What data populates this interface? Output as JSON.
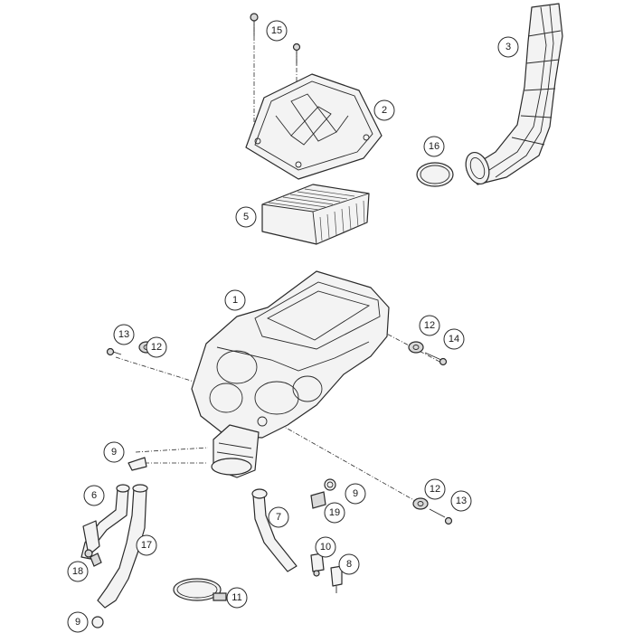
{
  "diagram": {
    "callouts": [
      {
        "id": "c15",
        "label": "15"
      },
      {
        "id": "c2",
        "label": "2"
      },
      {
        "id": "c3",
        "label": "3"
      },
      {
        "id": "c16",
        "label": "16"
      },
      {
        "id": "c5",
        "label": "5"
      },
      {
        "id": "c1",
        "label": "1"
      },
      {
        "id": "c13a",
        "label": "13"
      },
      {
        "id": "c12a",
        "label": "12"
      },
      {
        "id": "c12b",
        "label": "12"
      },
      {
        "id": "c14",
        "label": "14"
      },
      {
        "id": "c9a",
        "label": "9"
      },
      {
        "id": "c6",
        "label": "6"
      },
      {
        "id": "c9b",
        "label": "9"
      },
      {
        "id": "c19",
        "label": "19"
      },
      {
        "id": "c12c",
        "label": "12"
      },
      {
        "id": "c13b",
        "label": "13"
      },
      {
        "id": "c7",
        "label": "7"
      },
      {
        "id": "c17",
        "label": "17"
      },
      {
        "id": "c10",
        "label": "10"
      },
      {
        "id": "c8",
        "label": "8"
      },
      {
        "id": "c18",
        "label": "18"
      },
      {
        "id": "c11",
        "label": "11"
      },
      {
        "id": "c9c",
        "label": "9"
      }
    ]
  }
}
